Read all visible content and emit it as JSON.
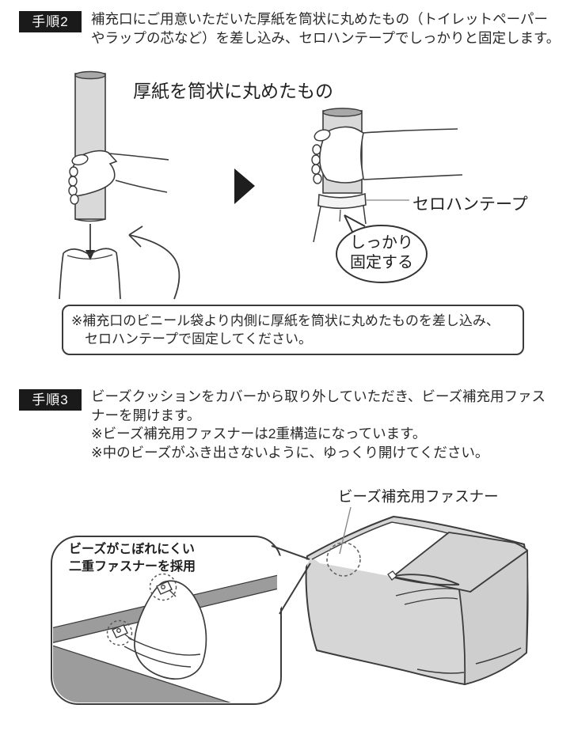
{
  "step2": {
    "badge": "手順2",
    "description": "補充口にご用意いただいた厚紙を筒状に丸めたもの（トイレットペーパー\nやラップの芯など）を差し込み、セロハンテープでしっかりと固定します。",
    "labels": {
      "cardboard_tube": "厚紙を筒状に丸めたもの",
      "cellophane_tape": "セロハンテープ",
      "speech_bubble": "しっかり\n固定する"
    },
    "note": "※補充口のビニール袋より内側に厚紙を筒状に丸めたものを差し込み、\n　セロハンテープで固定してください。"
  },
  "step3": {
    "badge": "手順3",
    "description": "ビーズクッションをカバーから取り外していただき、ビーズ補充用ファス\nナーを開けます。\n※ビーズ補充用ファスナーは2重構造になっています。\n※中のビーズがふき出さないように、ゆっくり開けてください。",
    "labels": {
      "refill_fastener": "ビーズ補充用ファスナー",
      "callout": "ビーズがこぼれにくい\n二重ファスナーを採用"
    }
  },
  "colors": {
    "badge_bg": "#1a1a1a",
    "tube_gray": "#d9d9d9",
    "cushion_gray": "#d6d6d6",
    "dark_band_gray": "#9c9c9c",
    "line": "#3c3c3c"
  }
}
